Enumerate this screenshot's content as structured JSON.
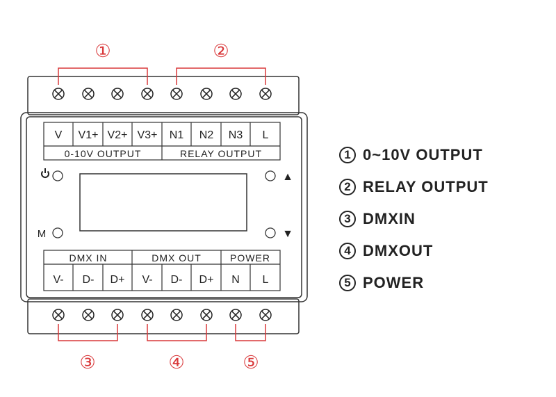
{
  "callouts": {
    "c1": "①",
    "c2": "②",
    "c3": "③",
    "c4": "④",
    "c5": "⑤"
  },
  "top_terminals": [
    "V",
    "V1+",
    "V2+",
    "V3+",
    "N1",
    "N2",
    "N3",
    "L"
  ],
  "top_groups": [
    "0-10V OUTPUT",
    "RELAY OUTPUT"
  ],
  "bottom_groups": [
    "DMX IN",
    "DMX OUT",
    "POWER"
  ],
  "bottom_terminals": [
    "V-",
    "D-",
    "D+",
    "V-",
    "D-",
    "D+",
    "N",
    "L"
  ],
  "buttons": {
    "power_label": "",
    "mode_label": "M",
    "up_label": "▲",
    "down_label": "▼"
  },
  "legend": [
    {
      "num": "1",
      "text": "0~10V  OUTPUT"
    },
    {
      "num": "2",
      "text": "RELAY OUTPUT"
    },
    {
      "num": "3",
      "text": "DMXIN"
    },
    {
      "num": "4",
      "text": "DMXOUT"
    },
    {
      "num": "5",
      "text": "POWER"
    }
  ],
  "colors": {
    "callout_red": "#d9383a",
    "outline": "#333333"
  }
}
